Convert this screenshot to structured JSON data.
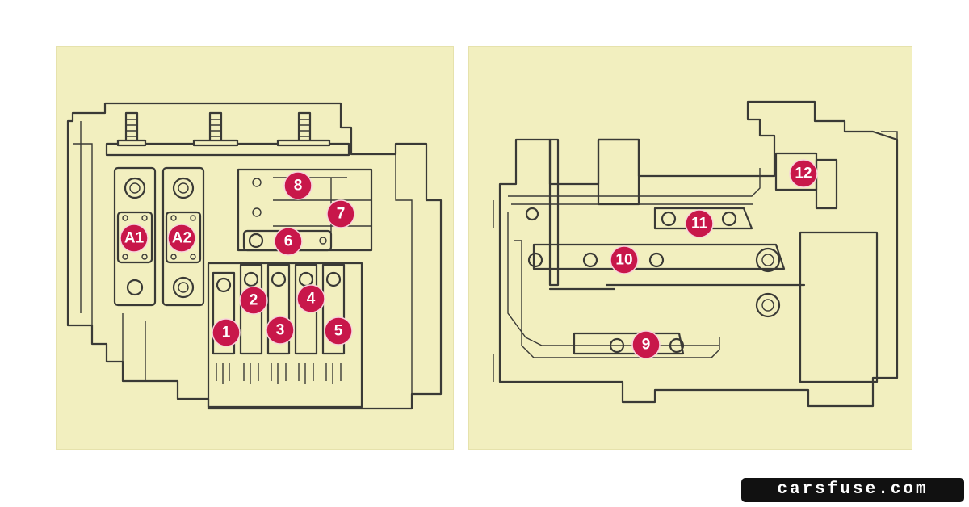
{
  "left_panel": {
    "labels": [
      "A1",
      "A2",
      "1",
      "2",
      "3",
      "4",
      "5",
      "6",
      "7",
      "8"
    ]
  },
  "right_panel": {
    "labels": [
      "9",
      "10",
      "11",
      "12"
    ]
  },
  "watermark": "carsfuse.com",
  "colors": {
    "panel_background": "#f2efbf",
    "badge": "#c8174a",
    "line": "#3a3a36",
    "watermark_background": "#111111"
  }
}
